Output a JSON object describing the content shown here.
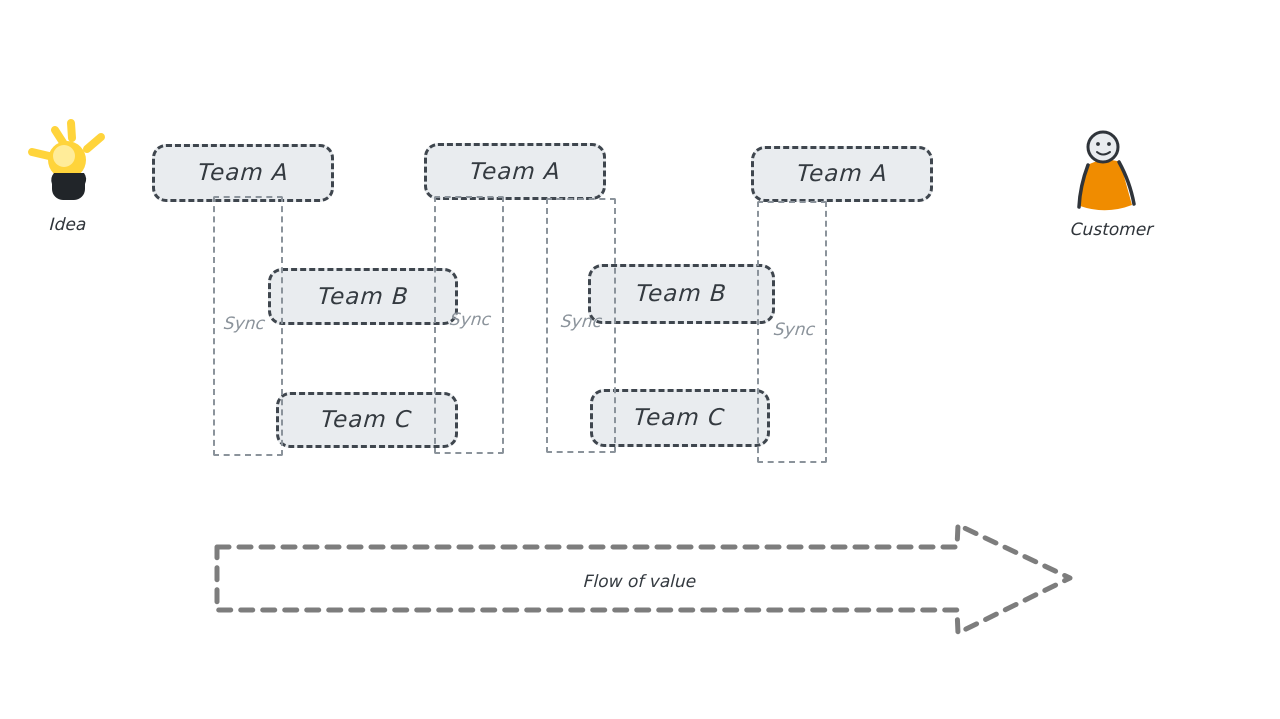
{
  "idea": {
    "label": "Idea",
    "icon": "lightbulb-icon"
  },
  "customer": {
    "label": "Customer",
    "icon": "person-icon"
  },
  "teams": {
    "team_a": [
      "Team A",
      "Team A",
      "Team A"
    ],
    "team_b": [
      "Team B",
      "Team B"
    ],
    "team_c": [
      "Team C",
      "Team C"
    ]
  },
  "sync_labels": [
    "Sync",
    "Sync",
    "Sync",
    "Sync"
  ],
  "flow_arrow": {
    "label": "Flow of value"
  },
  "colors": {
    "box_fill": "#e9ecef",
    "box_border": "#3f464e",
    "lane_border": "#8b939b",
    "sync_text": "#8b939b",
    "arrow_stroke": "#7d7d7d",
    "text_dark": "#343a40",
    "idea_yellow": "#ffd43b",
    "idea_highlight": "#ffec99",
    "idea_socket": "#212529",
    "customer_orange": "#f08c00",
    "background": "#ffffff"
  }
}
